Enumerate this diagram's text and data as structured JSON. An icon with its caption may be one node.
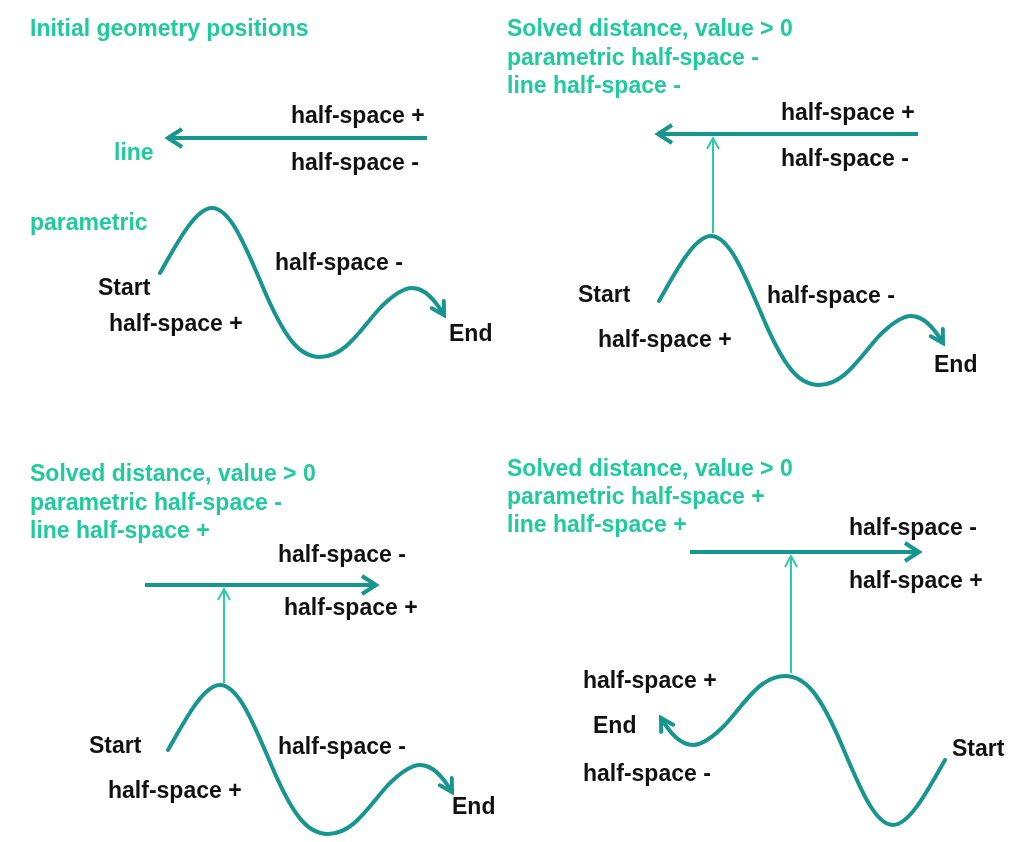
{
  "diagram": {
    "labels": [
      "Initial geometry positions",
      "half-space +",
      "line",
      "half-space -",
      "parametric",
      "half-space -",
      "Start",
      "half-space +",
      "End",
      "Solved distance, value > 0",
      "parametric half-space -",
      "line half-space -",
      "half-space +",
      "half-space -",
      "Start",
      "half-space -",
      "half-space +",
      "End",
      "Solved distance, value > 0",
      "parametric half-space -",
      "line half-space +",
      "half-space -",
      "half-space +",
      "Start",
      "half-space -",
      "half-space +",
      "End",
      "Solved distance, value > 0",
      "parametric half-space +",
      "line half-space +",
      "half-space -",
      "half-space +",
      "half-space +",
      "End",
      "Start",
      "half-space -"
    ]
  }
}
